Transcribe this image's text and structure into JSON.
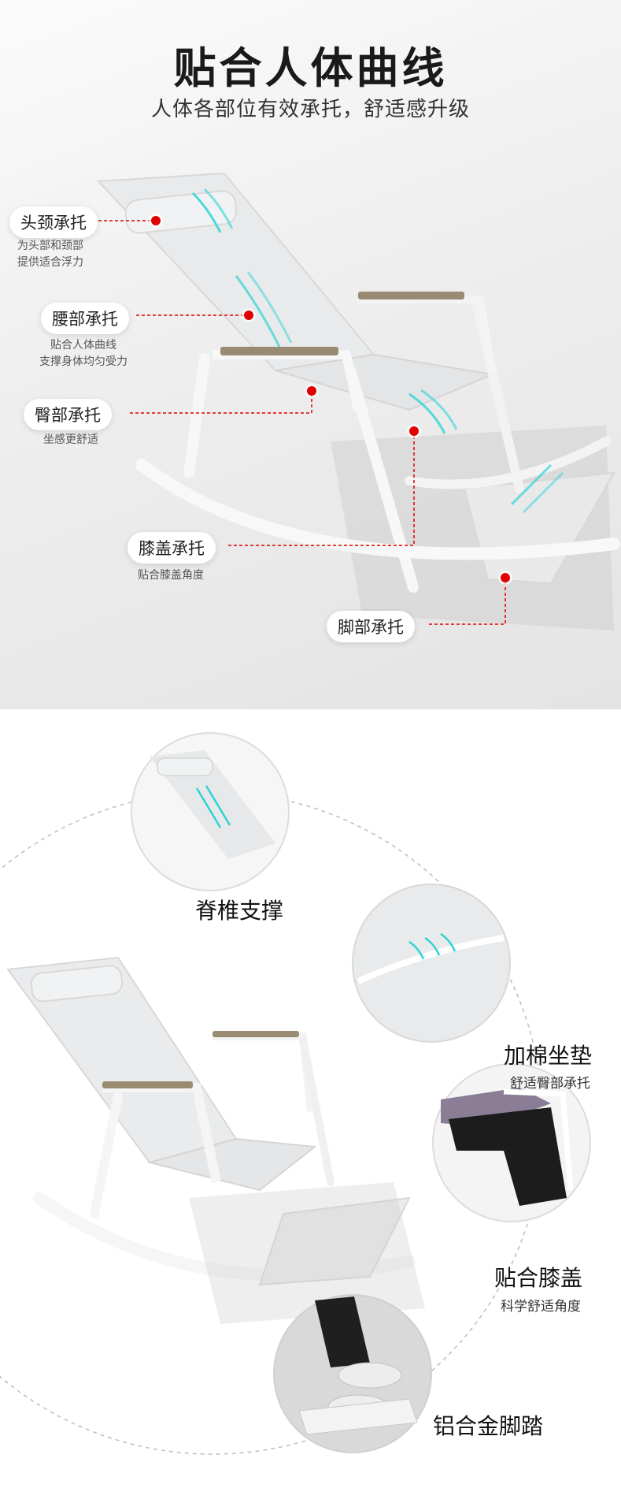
{
  "hero": {
    "title": "贴合人体曲线",
    "subtitle": "人体各部位有效承托，舒适感升级",
    "callouts": [
      {
        "label": "头颈承托",
        "note_lines": [
          "为头部和颈部",
          "提供适合浮力"
        ]
      },
      {
        "label": "腰部承托",
        "note_lines": [
          "贴合人体曲线",
          "支撑身体均匀受力"
        ]
      },
      {
        "label": "臀部承托",
        "note_lines": [
          "坐感更舒适"
        ]
      },
      {
        "label": "膝盖承托",
        "note_lines": [
          "贴合膝盖角度"
        ]
      },
      {
        "label": "脚部承托",
        "note_lines": []
      }
    ]
  },
  "features": [
    {
      "title": "脊椎支撑",
      "subtitle": ""
    },
    {
      "title": "加棉坐垫",
      "subtitle": "舒适臀部承托"
    },
    {
      "title": "贴合膝盖",
      "subtitle": "科学舒适角度"
    },
    {
      "title": "铝合金脚踏",
      "subtitle": ""
    }
  ],
  "colors": {
    "accent_red": "#e00000",
    "frame": "#f4f4f4",
    "armrest_wood": "#9a8a72",
    "mesh": "#e6e8ea",
    "glow": "#2fd3d3"
  }
}
